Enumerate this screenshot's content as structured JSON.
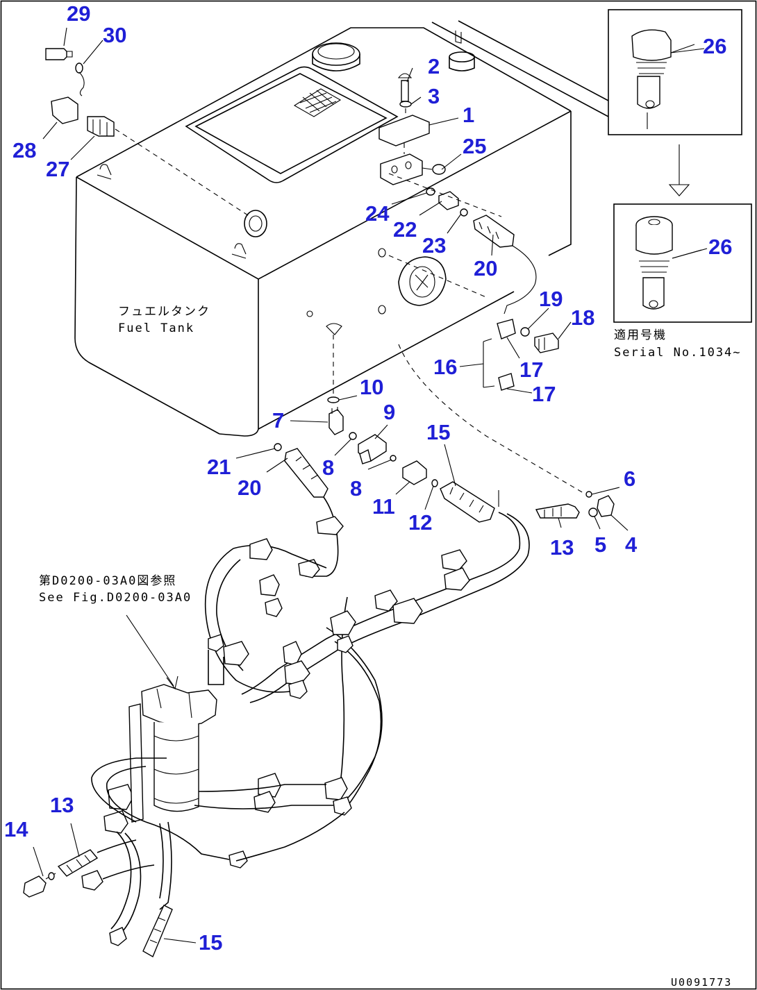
{
  "diagram": {
    "tank_label_jp": "フュエルタンク",
    "tank_label_en": "Fuel Tank",
    "reference_jp": "第D0200-03A0図参照",
    "reference_en": "See Fig.D0200-03A0",
    "serial_jp": "適用号機",
    "serial_en": "Serial No.1034~",
    "drawing_code": "U0091773"
  },
  "callouts": [
    {
      "id": "c1",
      "text": "1"
    },
    {
      "id": "c2",
      "text": "2"
    },
    {
      "id": "c3",
      "text": "3"
    },
    {
      "id": "c4",
      "text": "4"
    },
    {
      "id": "c5",
      "text": "5"
    },
    {
      "id": "c6",
      "text": "6"
    },
    {
      "id": "c7",
      "text": "7"
    },
    {
      "id": "c8a",
      "text": "8"
    },
    {
      "id": "c8b",
      "text": "8"
    },
    {
      "id": "c9",
      "text": "9"
    },
    {
      "id": "c10",
      "text": "10"
    },
    {
      "id": "c11",
      "text": "11"
    },
    {
      "id": "c12",
      "text": "12"
    },
    {
      "id": "c13a",
      "text": "13"
    },
    {
      "id": "c13b",
      "text": "13"
    },
    {
      "id": "c14",
      "text": "14"
    },
    {
      "id": "c15a",
      "text": "15"
    },
    {
      "id": "c15b",
      "text": "15"
    },
    {
      "id": "c16",
      "text": "16"
    },
    {
      "id": "c17a",
      "text": "17"
    },
    {
      "id": "c17b",
      "text": "17"
    },
    {
      "id": "c18",
      "text": "18"
    },
    {
      "id": "c19",
      "text": "19"
    },
    {
      "id": "c20a",
      "text": "20"
    },
    {
      "id": "c20b",
      "text": "20"
    },
    {
      "id": "c21",
      "text": "21"
    },
    {
      "id": "c22",
      "text": "22"
    },
    {
      "id": "c23",
      "text": "23"
    },
    {
      "id": "c24",
      "text": "24"
    },
    {
      "id": "c25",
      "text": "25"
    },
    {
      "id": "c26a",
      "text": "26"
    },
    {
      "id": "c26b",
      "text": "26"
    },
    {
      "id": "c27",
      "text": "27"
    },
    {
      "id": "c28",
      "text": "28"
    },
    {
      "id": "c29",
      "text": "29"
    },
    {
      "id": "c30",
      "text": "30"
    }
  ]
}
